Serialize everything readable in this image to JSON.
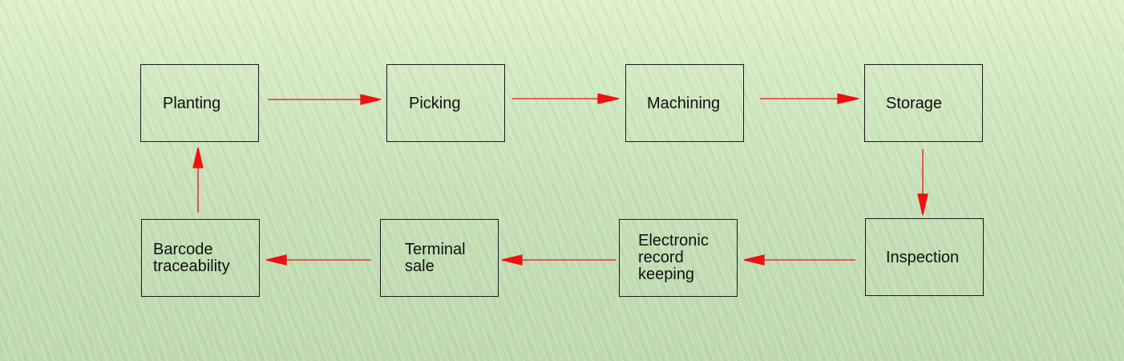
{
  "diagram": {
    "title": "",
    "colors": {
      "arrow": "#ee1111",
      "box_border": "#1a1a1a",
      "text": "#111111",
      "background": "#cfe6bf"
    },
    "nodes": [
      {
        "id": "planting",
        "label": "Planting"
      },
      {
        "id": "picking",
        "label": "Picking"
      },
      {
        "id": "machining",
        "label": "Machining"
      },
      {
        "id": "storage",
        "label": "Storage"
      },
      {
        "id": "inspection",
        "label": "Inspection"
      },
      {
        "id": "electronic",
        "label": "Electronic\nrecord\nkeeping"
      },
      {
        "id": "terminal",
        "label": "Terminal\nsale"
      },
      {
        "id": "barcode",
        "label": "Barcode\ntraceability"
      }
    ],
    "edges": [
      {
        "from": "planting",
        "to": "picking"
      },
      {
        "from": "picking",
        "to": "machining"
      },
      {
        "from": "machining",
        "to": "storage"
      },
      {
        "from": "storage",
        "to": "inspection"
      },
      {
        "from": "inspection",
        "to": "electronic"
      },
      {
        "from": "electronic",
        "to": "terminal"
      },
      {
        "from": "terminal",
        "to": "barcode"
      },
      {
        "from": "barcode",
        "to": "planting"
      }
    ]
  }
}
